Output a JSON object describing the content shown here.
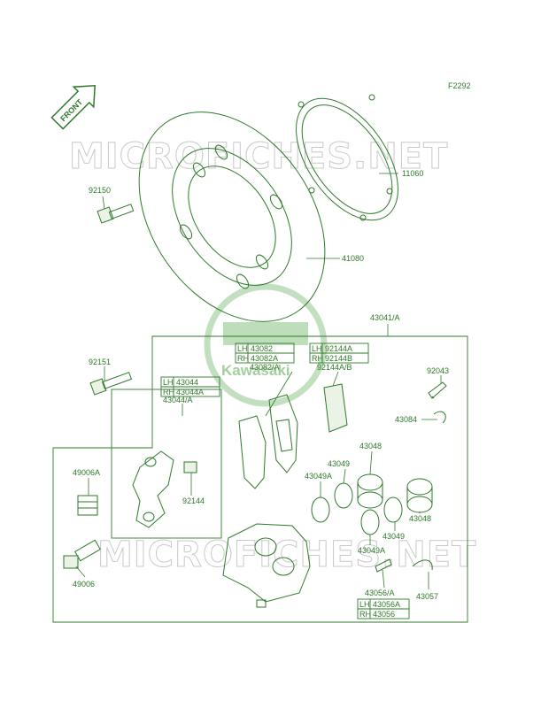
{
  "figure_code": "F2292",
  "front_label": "FRONT",
  "watermark": {
    "site": "MICROFICHES.NET",
    "brand": "Kawasaki"
  },
  "labels": {
    "p11060": "11060",
    "p92150": "92150",
    "p41080": "41080",
    "p43041": "43041/A",
    "p92151": "92151",
    "p43082": "43082/A",
    "p92144ab": "92144A/B",
    "p92043": "92043",
    "p43084": "43084",
    "p43044a": "43044/A",
    "p43048a": "43048",
    "p43049a": "43049",
    "p49006a": "49006A",
    "p43049A_1": "43049A",
    "p92144": "92144",
    "p43048b": "43048",
    "p43049b": "43049",
    "p43049A_2": "43049A",
    "p49006": "49006",
    "p43056": "43056/A",
    "p43057": "43057"
  },
  "tables": {
    "t43082": [
      [
        "LH",
        "43082"
      ],
      [
        "RH",
        "43082A"
      ]
    ],
    "t92144": [
      [
        "LH",
        "92144A"
      ],
      [
        "RH",
        "92144B"
      ]
    ],
    "t43044": [
      [
        "LH",
        "43044"
      ],
      [
        "RH",
        "43044A"
      ]
    ],
    "t43056": [
      [
        "LH",
        "43056A"
      ],
      [
        "RH",
        "43056"
      ]
    ]
  },
  "colors": {
    "line": "#2f7a2a",
    "watermark": "#c9c9c9",
    "logo": "#3c9a3a"
  }
}
